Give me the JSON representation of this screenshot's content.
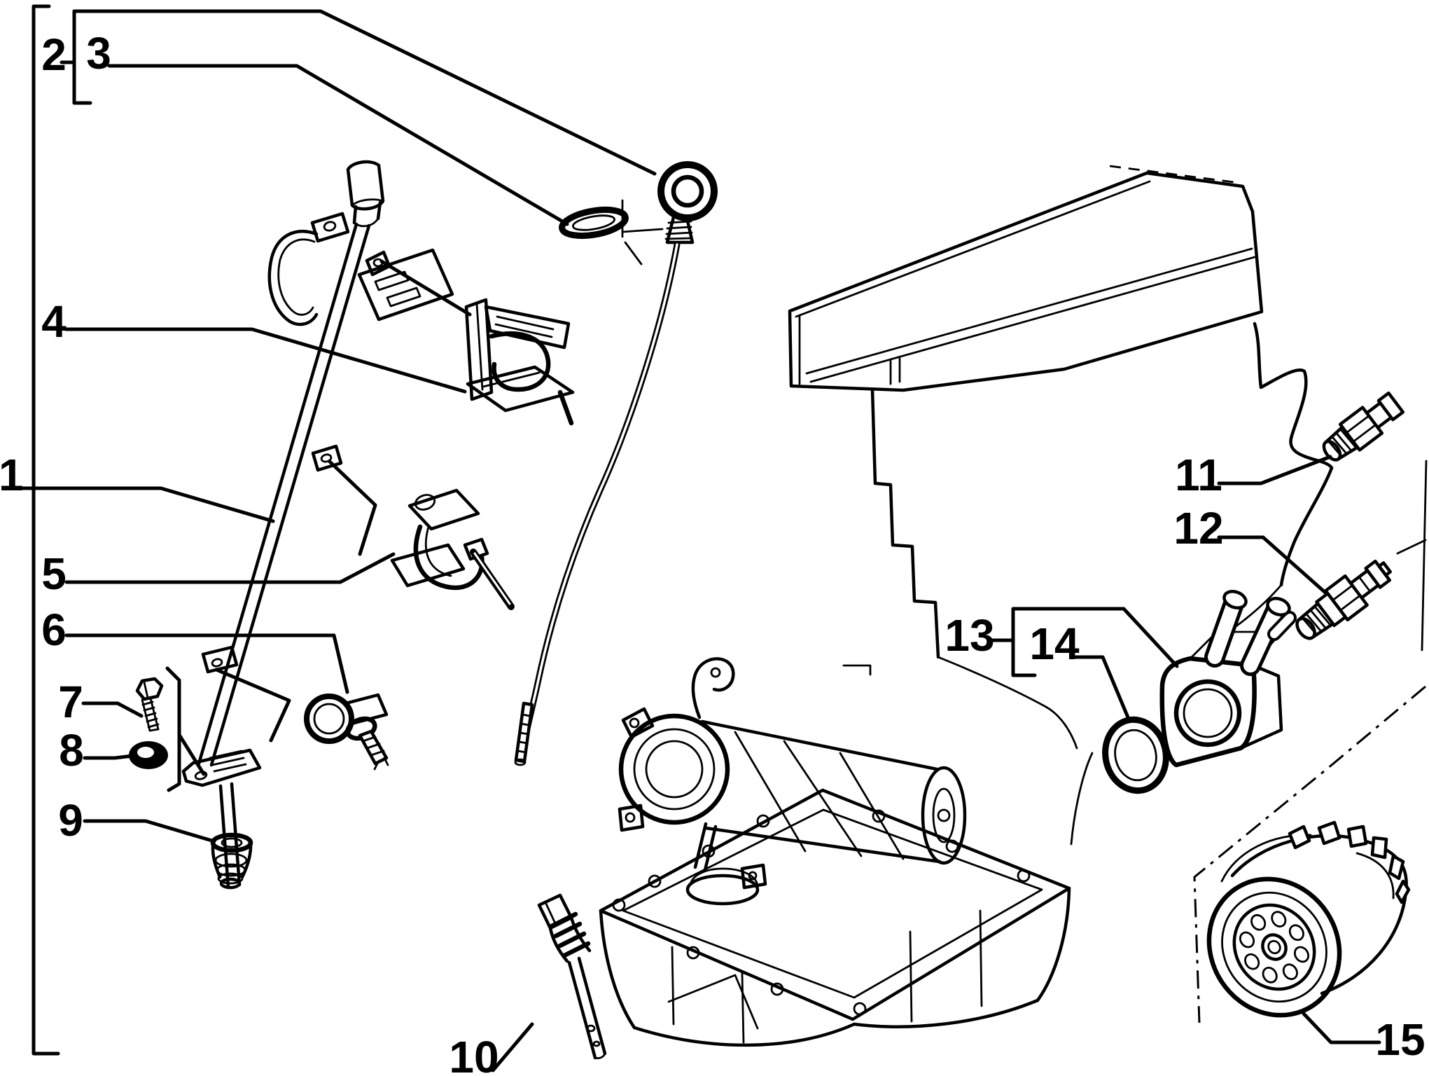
{
  "diagram": {
    "type": "exploded-parts-diagram",
    "background_color": "#ffffff",
    "line_color": "#000000",
    "callouts": [
      {
        "label": "1"
      },
      {
        "label": "2"
      },
      {
        "label": "3"
      },
      {
        "label": "4"
      },
      {
        "label": "5"
      },
      {
        "label": "6"
      },
      {
        "label": "7"
      },
      {
        "label": "8"
      },
      {
        "label": "9"
      },
      {
        "label": "10"
      },
      {
        "label": "11"
      },
      {
        "label": "12"
      },
      {
        "label": "13"
      },
      {
        "label": "14"
      },
      {
        "label": "15"
      }
    ]
  }
}
